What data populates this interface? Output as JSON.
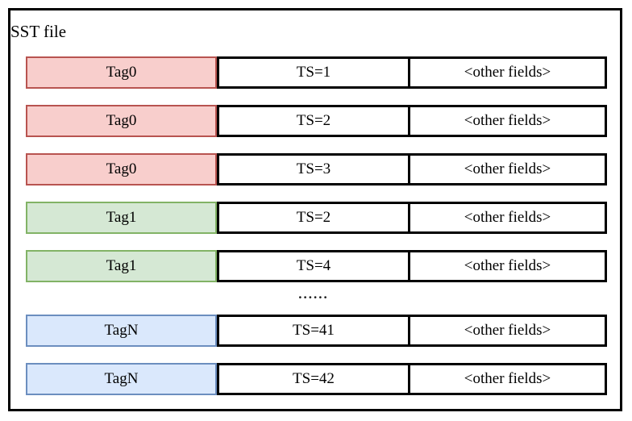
{
  "title": "SST file",
  "ellipsis": "......",
  "colors": {
    "background": "#ffffff",
    "frame_border": "#000000",
    "cell_border": "#000000",
    "red_fill": "#f8cecc",
    "red_border": "#b85450",
    "green_fill": "#d5e8d4",
    "green_border": "#82b366",
    "blue_fill": "#dae8fc",
    "blue_border": "#6c8ebf"
  },
  "rows": [
    {
      "tag": "Tag0",
      "ts": "TS=1",
      "other": "<other fields>",
      "color": "red"
    },
    {
      "tag": "Tag0",
      "ts": "TS=2",
      "other": "<other fields>",
      "color": "red"
    },
    {
      "tag": "Tag0",
      "ts": "TS=3",
      "other": "<other fields>",
      "color": "red"
    },
    {
      "tag": "Tag1",
      "ts": "TS=2",
      "other": "<other fields>",
      "color": "green"
    },
    {
      "tag": "Tag1",
      "ts": "TS=4",
      "other": "<other fields>",
      "color": "green"
    },
    {
      "tag": "TagN",
      "ts": "TS=41",
      "other": "<other fields>",
      "color": "blue"
    },
    {
      "tag": "TagN",
      "ts": "TS=42",
      "other": "<other fields>",
      "color": "blue"
    }
  ]
}
